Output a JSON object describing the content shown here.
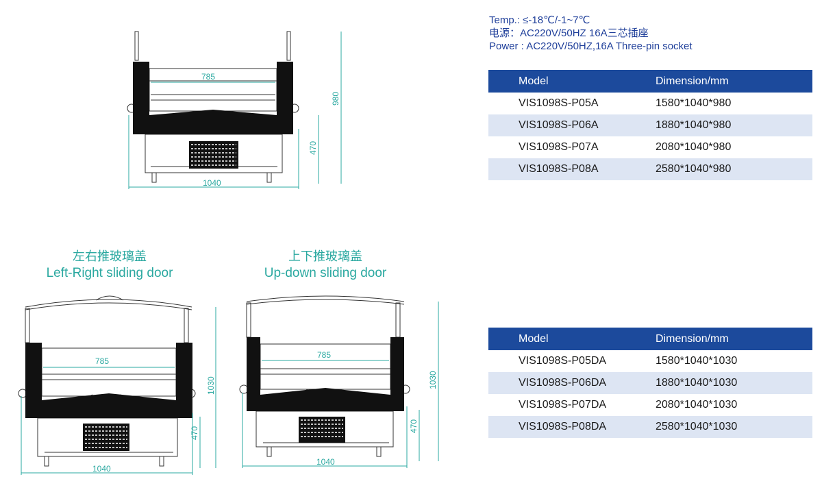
{
  "specs": {
    "temp": "Temp.: ≤-18℃/-1~7℃",
    "power_cn": "电源：AC220V/50HZ 16A三芯插座",
    "power_en": "Power : AC220V/50HZ,16A Three-pin socket"
  },
  "table1": {
    "headers": [
      "Model",
      "Dimension/mm"
    ],
    "rows": [
      [
        "VIS1098S-P05A",
        "1580*1040*980"
      ],
      [
        "VIS1098S-P06A",
        "1880*1040*980"
      ],
      [
        "VIS1098S-P07A",
        "2080*1040*980"
      ],
      [
        "VIS1098S-P08A",
        "2580*1040*980"
      ]
    ]
  },
  "table2": {
    "headers": [
      "Model",
      "Dimension/mm"
    ],
    "rows": [
      [
        "VIS1098S-P05DA",
        "1580*1040*1030"
      ],
      [
        "VIS1098S-P06DA",
        "1880*1040*1030"
      ],
      [
        "VIS1098S-P07DA",
        "2080*1040*1030"
      ],
      [
        "VIS1098S-P08DA",
        "2580*1040*1030"
      ]
    ]
  },
  "captions": {
    "left_right_cn": "左右推玻璃盖",
    "left_right_en": "Left-Right sliding door",
    "up_down_cn": "上下推玻璃盖",
    "up_down_en": "Up-down sliding door"
  },
  "dimensions": {
    "top": {
      "inner_width": "785",
      "width": "1040",
      "height": "980",
      "base_height": "470"
    },
    "left_right": {
      "inner_width": "785",
      "width": "1040",
      "height": "1030",
      "base_height": "470"
    },
    "up_down": {
      "inner_width": "785",
      "width": "1040",
      "height": "1030",
      "base_height": "470"
    }
  },
  "colors": {
    "header_blue": "#1c4a9c",
    "row_shade": "#dde5f3",
    "spec_text": "#1f3f9a",
    "caption_teal": "#2aa8a0",
    "dimension_teal": "#2aa8a0"
  }
}
